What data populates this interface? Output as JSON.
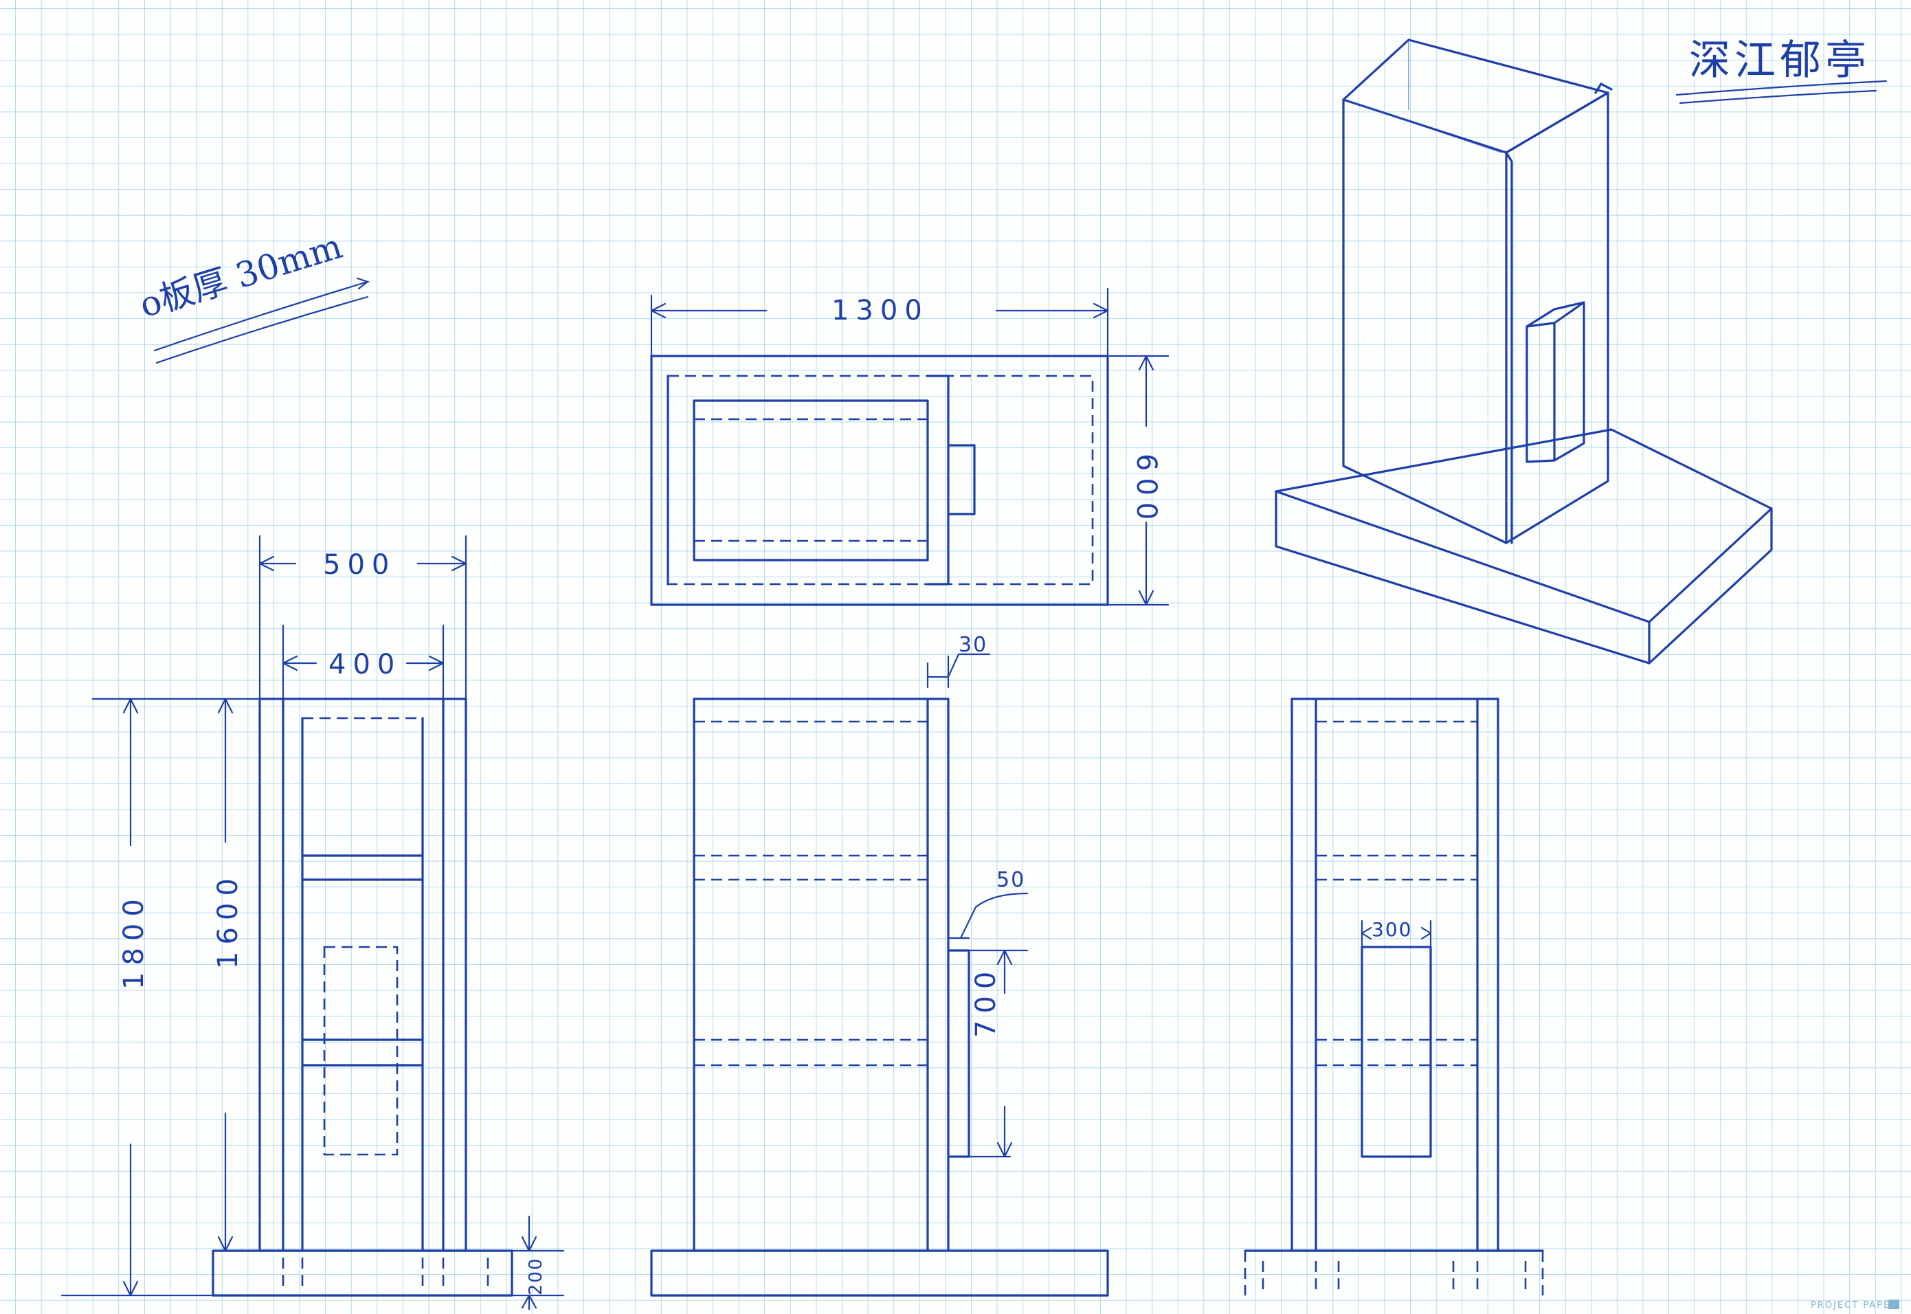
{
  "title": "深江郁亭",
  "note": "o板厚 30mm",
  "dimensions": {
    "top_width": "1300",
    "top_depth": "600",
    "side_outer_width": "500",
    "side_inner_width": "400",
    "total_height": "1800",
    "panel_height": "1600",
    "base_height": "200",
    "panel_thickness": "30",
    "post_depth": "50",
    "post_height": "700",
    "back_window_width": "300"
  },
  "footer": {
    "brand": "PROJECT PAPER"
  },
  "colors": {
    "ink": "#1e3fa8",
    "grid": "#78bed7",
    "paper": "#fdfefe"
  }
}
